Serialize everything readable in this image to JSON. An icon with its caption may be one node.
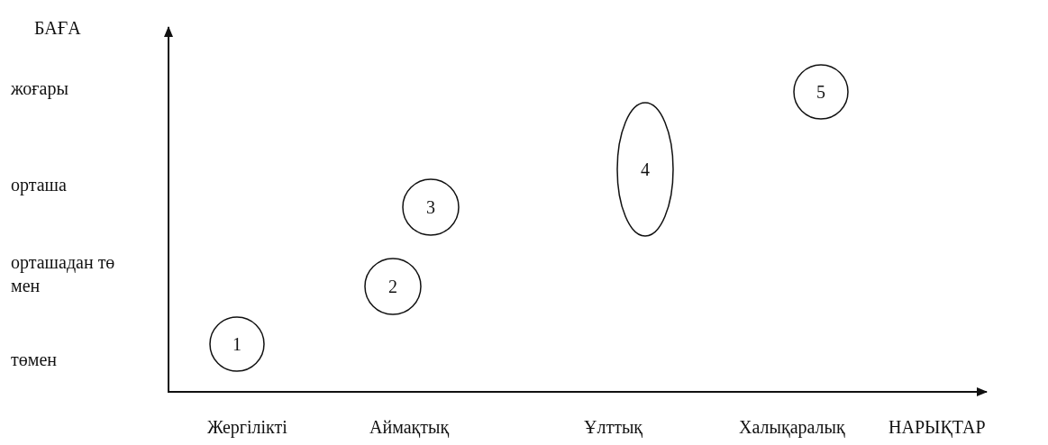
{
  "diagram": {
    "nodes": [
      {
        "text": [
          "1"
        ]
      },
      {
        "text": [
          "2"
        ]
      },
      {
        "text": [
          "3"
        ]
      },
      {
        "text": [
          "4"
        ]
      },
      {
        "text": [
          "5"
        ]
      }
    ],
    "edges": [],
    "labels": [
      "БАҒА",
      "жоғары",
      "орташа",
      "орташадан төмен",
      "төмен",
      "Жергілікті",
      "Аймақтық",
      "Ұлттық",
      "Халықаралық",
      "НАРЫҚТАР"
    ]
  }
}
